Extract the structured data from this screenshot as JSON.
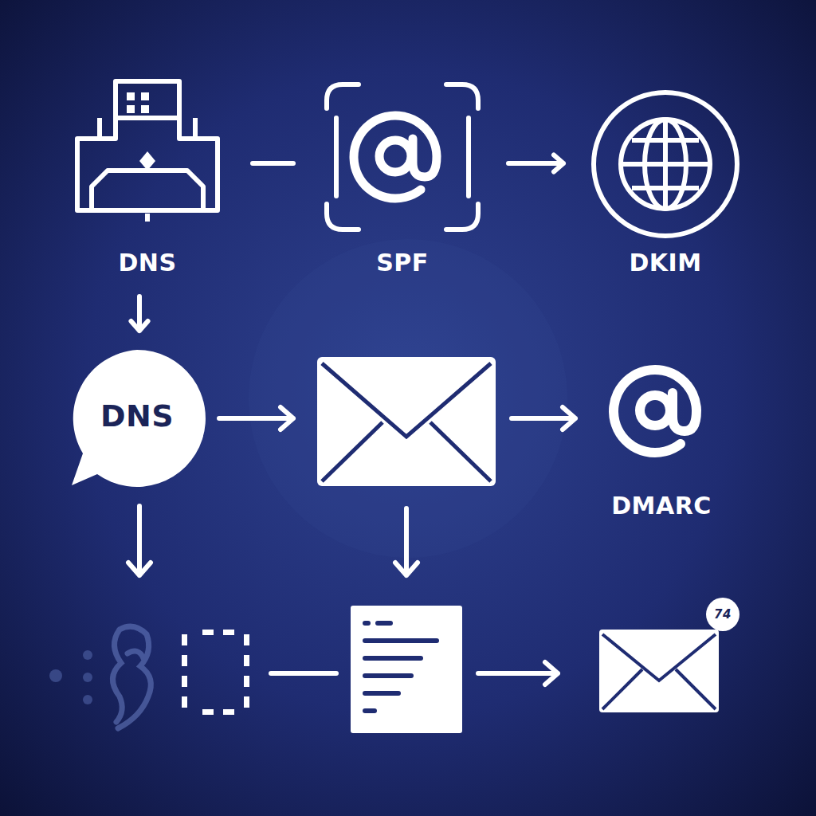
{
  "diagram": {
    "nodes": [
      {
        "text": [
          "DNS"
        ]
      },
      {
        "text": [
          "SPF"
        ]
      },
      {
        "text": [
          "DKIM"
        ]
      },
      {
        "text": [
          "DNS"
        ]
      },
      {
        "text": [
          "DMARC"
        ]
      },
      {
        "text": [
          "74"
        ]
      }
    ],
    "edges": [
      {
        "from": 0,
        "to": 1,
        "arrow": "none"
      },
      {
        "from": 1,
        "to": 2,
        "arrow": "to"
      },
      {
        "from": 0,
        "to": 3,
        "arrow": "to"
      }
    ]
  }
}
